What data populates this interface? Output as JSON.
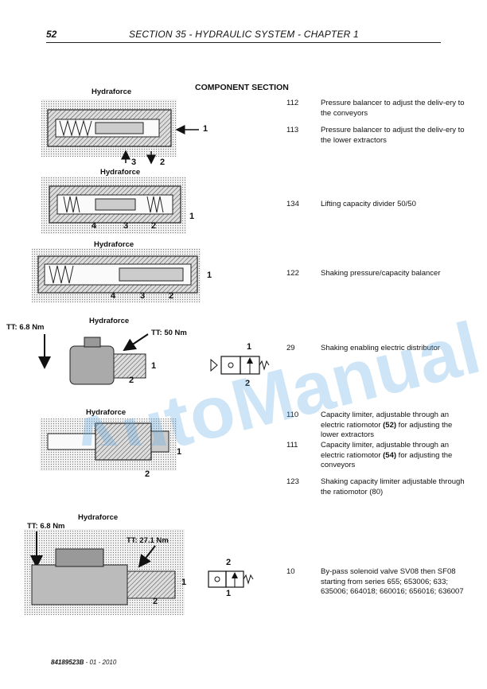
{
  "header": {
    "page_number": "52",
    "section_title": "SECTION 35 - HYDRAULIC SYSTEM - CHAPTER 1"
  },
  "component_section_title": "COMPONENT SECTION",
  "entries": [
    {
      "code": "112",
      "text": "Pressure balancer to adjust the deliv-ery to the conveyors"
    },
    {
      "code": "113",
      "text": "Pressure balancer to adjust the deliv-ery to the lower extractors"
    },
    {
      "code": "134",
      "text": "Lifting capacity divider 50/50"
    },
    {
      "code": "122",
      "text": "Shaking pressure/capacity balancer"
    },
    {
      "code": "29",
      "text": "Shaking enabling electric distributor"
    },
    {
      "code": "110",
      "text_before": "Capacity limiter, adjustable through an electric ratiomotor ",
      "bold": "(52)",
      "text_after": " for adjusting the lower extractors"
    },
    {
      "code": "111",
      "text_before": "Capacity limiter, adjustable through an electric ratiomotor ",
      "bold": "(54)",
      "text_after": " for adjusting the conveyors"
    },
    {
      "code": "123",
      "text": "Shaking capacity limiter adjustable through the ratiomotor (80)"
    },
    {
      "code": "10",
      "text": "By-pass solenoid valve SV08 then SF08 starting from series 655; 653006; 633; 635006; 664018; 660016; 656016; 636007"
    }
  ],
  "figures": {
    "brand": "Hydraforce",
    "fig1": {
      "n1": "1",
      "n2": "2",
      "n3": "3"
    },
    "fig2": {
      "n1": "1",
      "n2": "2",
      "n3": "3",
      "n4": "4"
    },
    "fig3": {
      "n1": "1",
      "n2": "2",
      "n3": "3",
      "n4": "4"
    },
    "fig4": {
      "tt_left": "TT: 6.8 Nm",
      "tt_right": "TT: 50 Nm",
      "n1": "1",
      "n2": "2",
      "sym_n1": "1",
      "sym_n2": "2"
    },
    "fig5": {
      "n1": "1",
      "n2": "2"
    },
    "fig6": {
      "tt_left": "TT: 6.8 Nm",
      "tt_right": "TT: 27.1 Nm",
      "n1": "1",
      "n2": "2",
      "sym_n1": "1",
      "sym_n2": "2"
    }
  },
  "watermark": "AutoManual",
  "footer": {
    "code": "84189523B",
    "date": " - 01 - 2010"
  }
}
